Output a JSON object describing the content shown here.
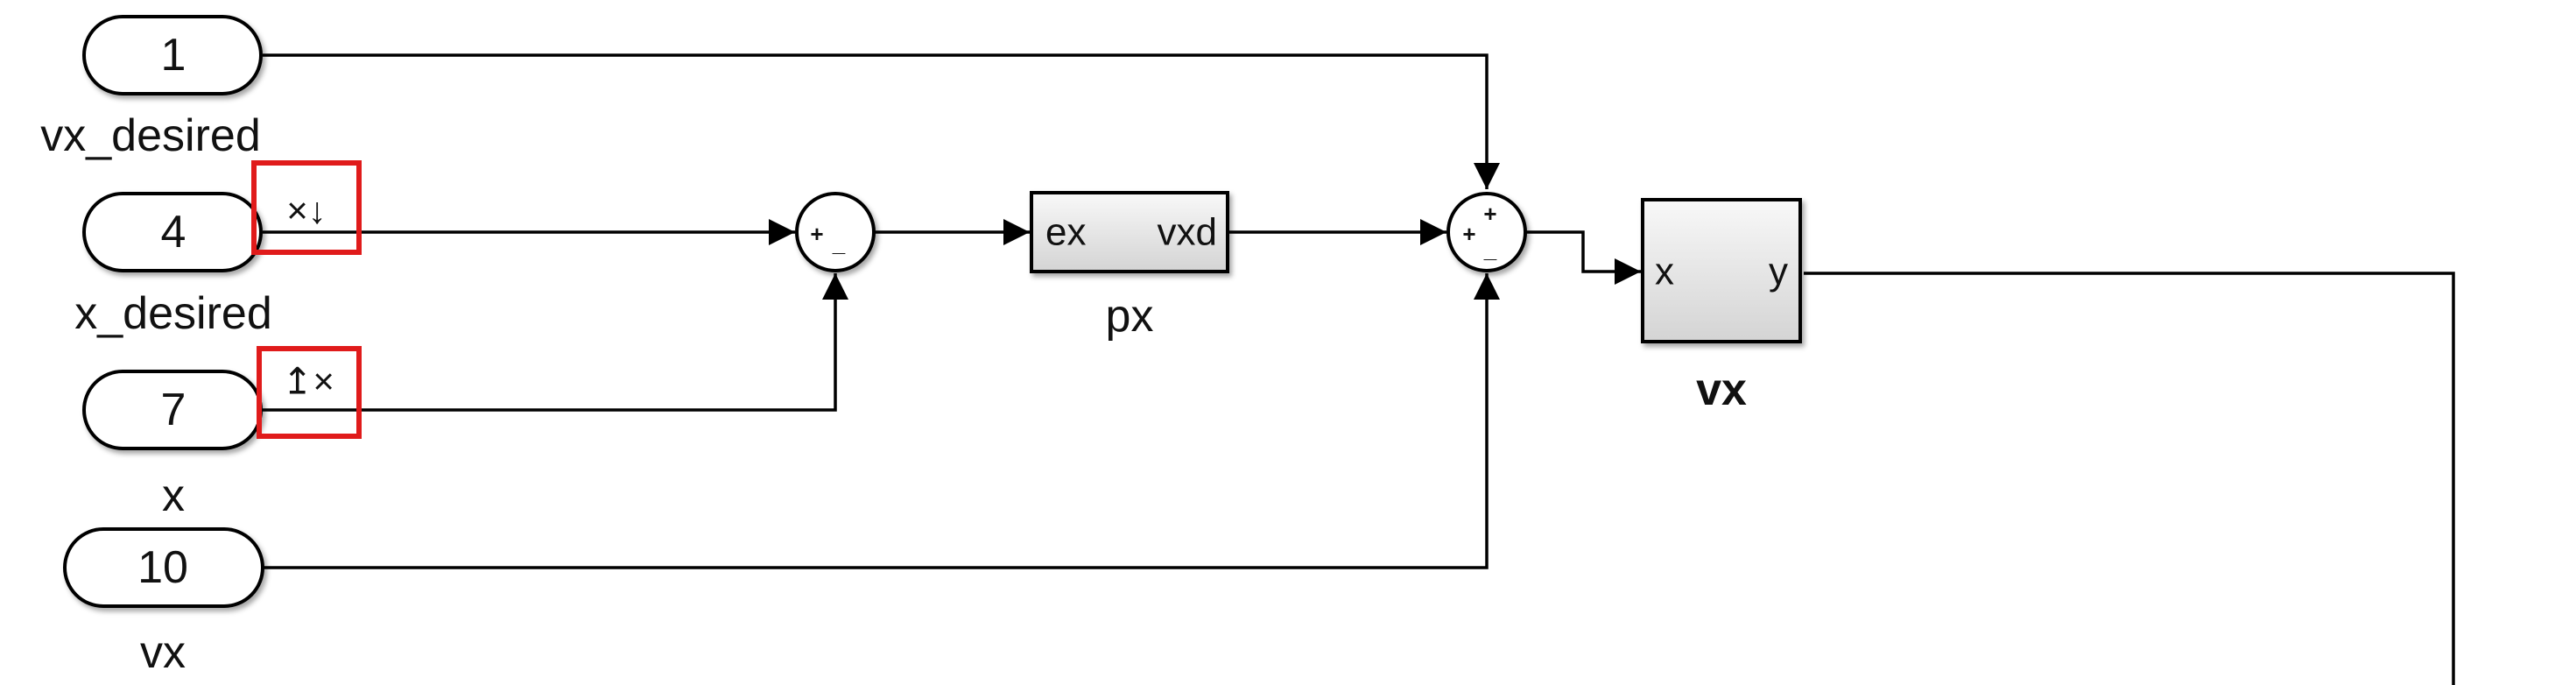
{
  "inports": [
    {
      "number": "1",
      "name": "vx_desired"
    },
    {
      "number": "4",
      "name": "x_desired"
    },
    {
      "number": "7",
      "name": "x"
    },
    {
      "number": "10",
      "name": "vx"
    }
  ],
  "blocks": {
    "px": {
      "name": "px",
      "in_port": "ex",
      "out_port": "vxd"
    },
    "vx": {
      "name": "vx",
      "in_port": "x",
      "out_port": "y"
    }
  },
  "sums": {
    "sum1": {
      "signs": [
        "+",
        "_"
      ]
    },
    "sum2": {
      "signs": [
        "+",
        "+",
        "_"
      ]
    }
  },
  "highlight_markers": [
    {
      "glyph": "×↓"
    },
    {
      "glyph": "↥×"
    }
  ],
  "colors": {
    "highlight": "#e01b1b",
    "line": "#000000",
    "block_fill": "#e6e6e6"
  }
}
